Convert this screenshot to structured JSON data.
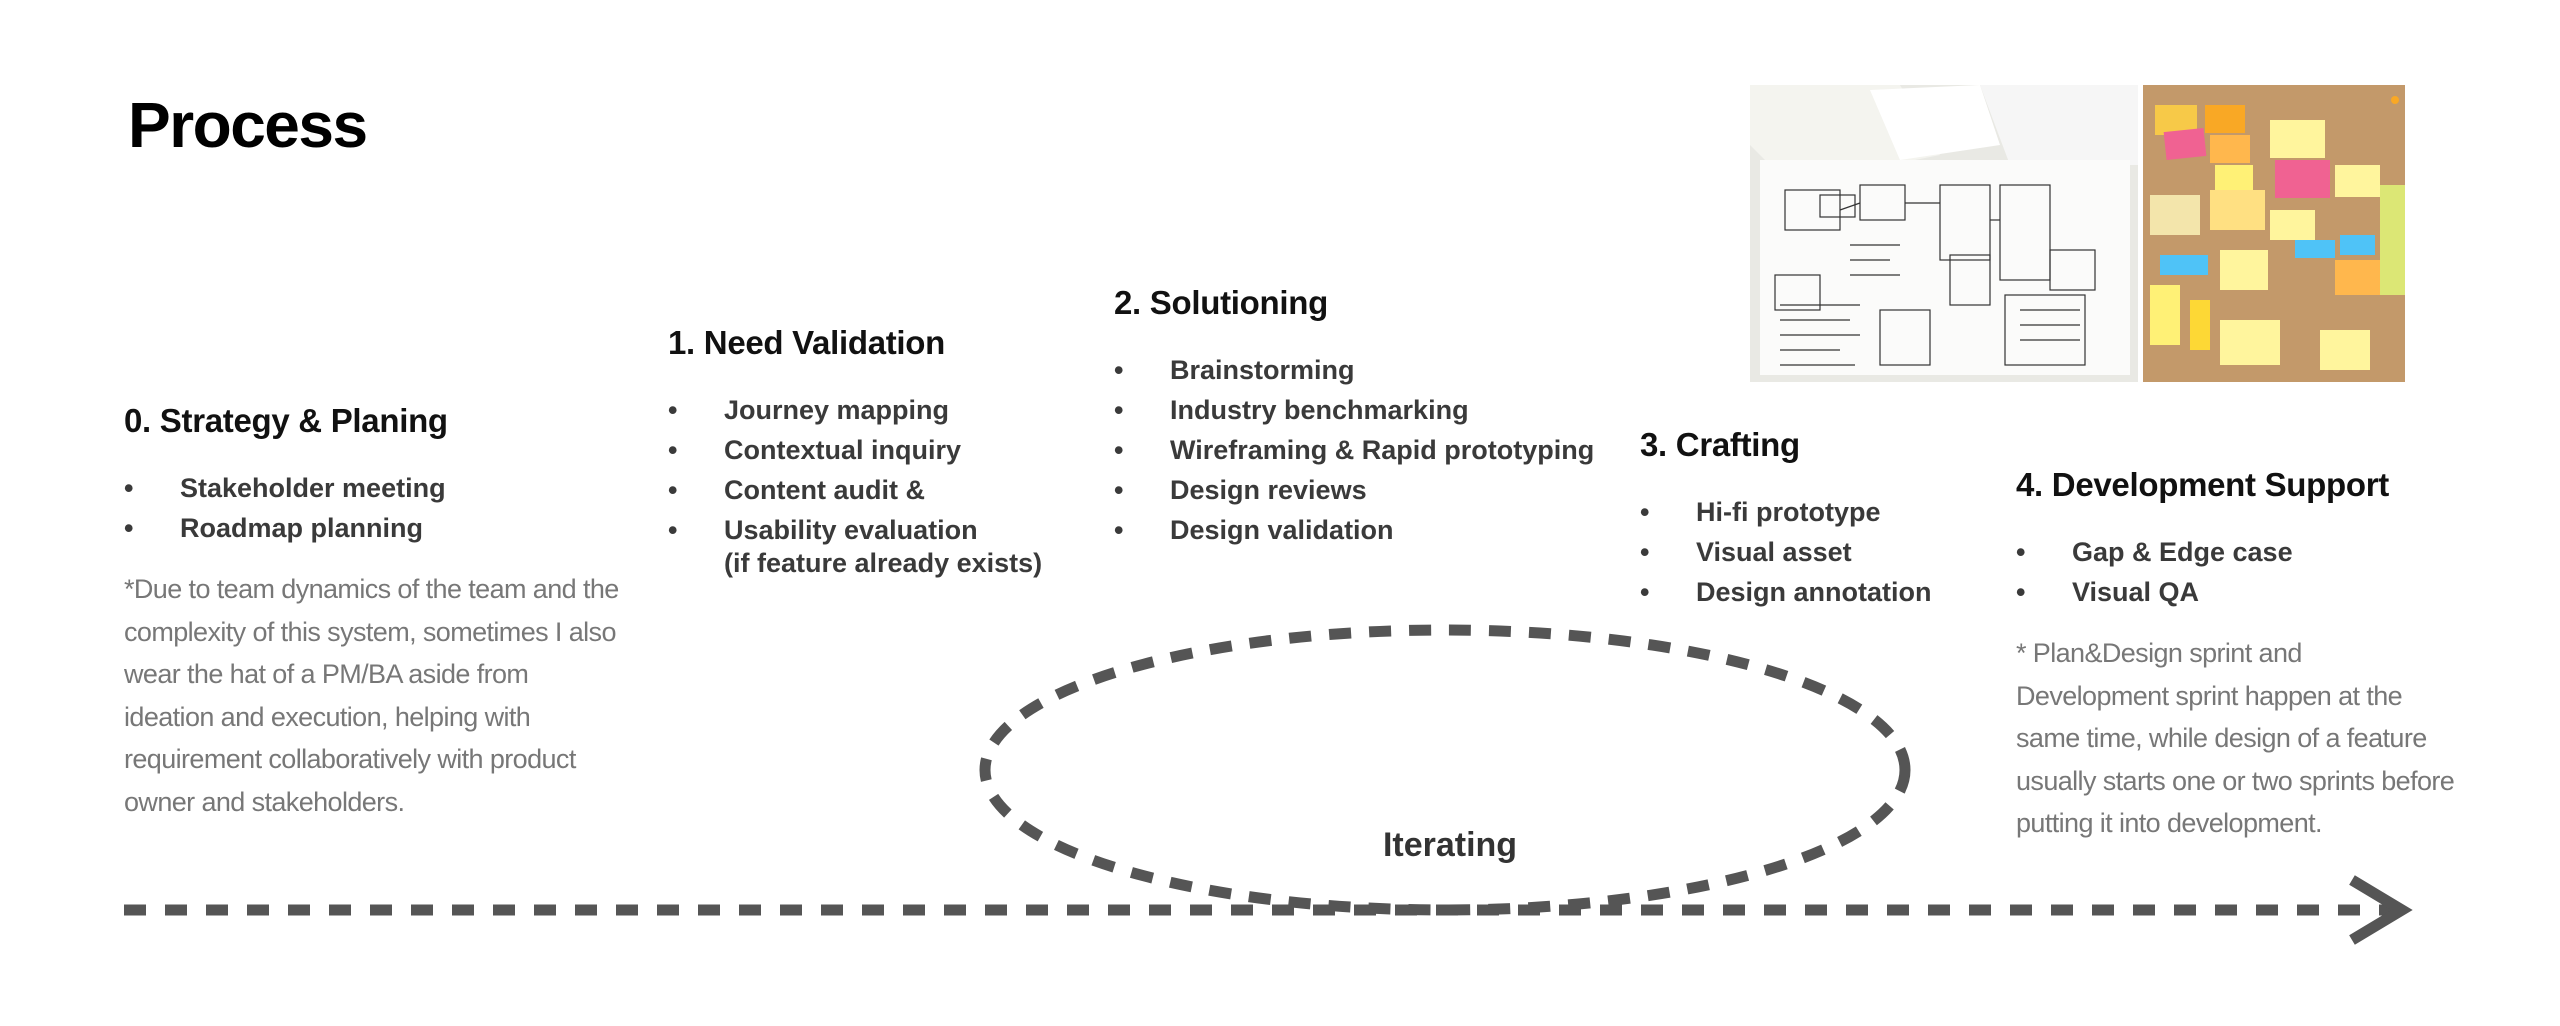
{
  "page": {
    "title": "Process"
  },
  "stages": [
    {
      "heading": "0. Strategy & Planing",
      "items": [
        "Stakeholder meeting",
        "Roadmap planning"
      ],
      "note": "*Due to team dynamics of the team and the complexity of this system, sometimes I also wear the hat of a PM/BA aside from ideation and execution, helping with requirement collaboratively with product owner and stakeholders."
    },
    {
      "heading": "1. Need Validation",
      "items": [
        "Journey mapping",
        "Contextual inquiry",
        "Content audit &",
        "Usability evaluation"
      ],
      "item_sub": "(if feature already exists)"
    },
    {
      "heading": "2. Solutioning",
      "items": [
        "Brainstorming",
        "Industry benchmarking",
        "Wireframing & Rapid prototyping",
        "Design reviews",
        "Design validation"
      ]
    },
    {
      "heading": "3. Crafting",
      "items": [
        "Hi-fi prototype",
        "Visual asset",
        "Design annotation"
      ]
    },
    {
      "heading": "4. Development Support",
      "items": [
        "Gap & Edge case",
        "Visual QA"
      ],
      "note": "* Plan&Design sprint and Development sprint happen at the same time, while design of a feature usually starts one or two sprints before putting it into development."
    }
  ],
  "iterating": {
    "label": "Iterating"
  },
  "bullet": "•",
  "colors": {
    "arrow": "#555555",
    "heading": "#111111",
    "note": "#777777"
  }
}
